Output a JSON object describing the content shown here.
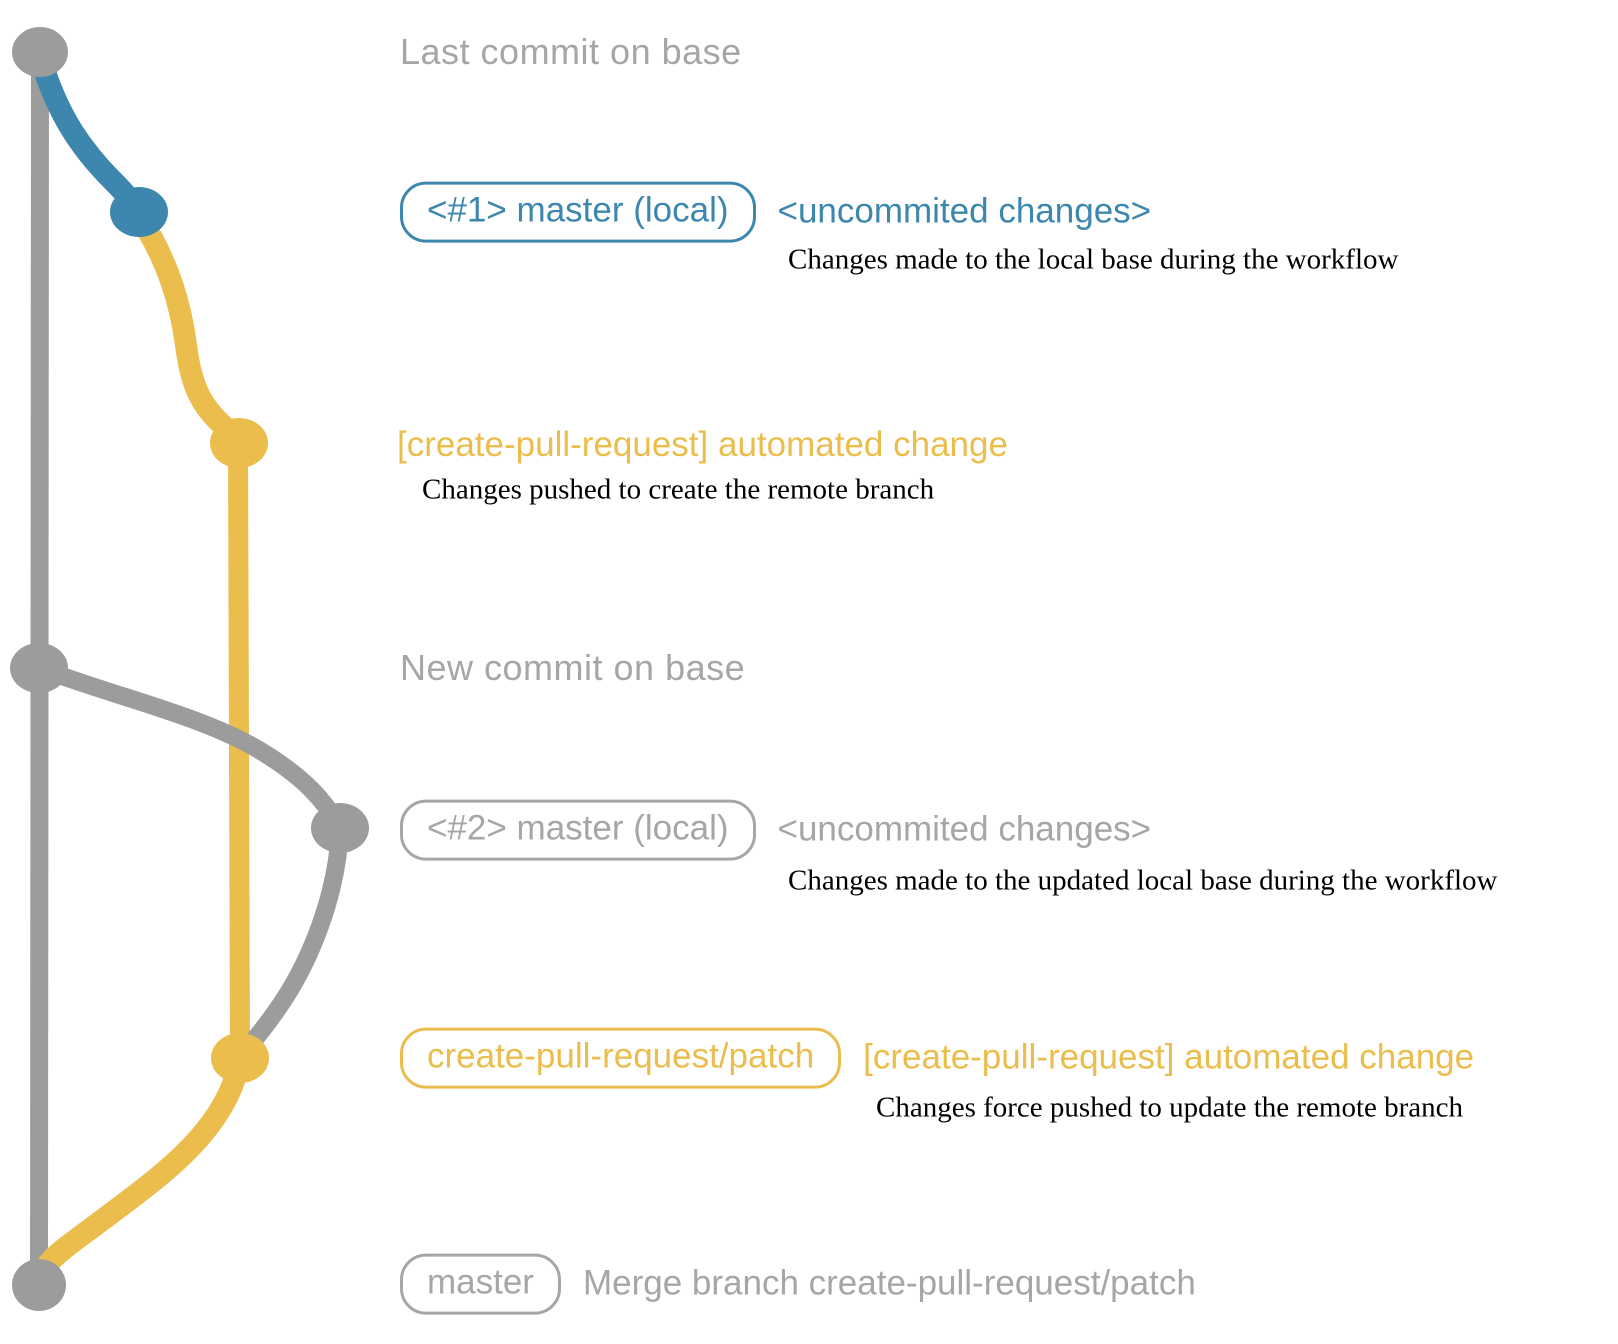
{
  "colors": {
    "base_gray": "#9c9c9c",
    "text_gray": "#a6a6a6",
    "branch_blue": "#3d87ae",
    "branch_yellow": "#eabd4c",
    "note_black": "#000000"
  },
  "graph": {
    "commits": [
      {
        "id": "last-commit-on-base",
        "branch": "base",
        "color": "gray"
      },
      {
        "id": "local-master-1",
        "branch": "local",
        "color": "blue"
      },
      {
        "id": "remote-patch-1",
        "branch": "create-pull-request/patch",
        "color": "yellow"
      },
      {
        "id": "new-commit-on-base",
        "branch": "base",
        "color": "gray"
      },
      {
        "id": "local-master-2",
        "branch": "local",
        "color": "gray"
      },
      {
        "id": "remote-patch-2",
        "branch": "create-pull-request/patch",
        "color": "yellow"
      },
      {
        "id": "merge-commit-on-base",
        "branch": "base",
        "color": "gray"
      }
    ]
  },
  "rows": {
    "last_commit": {
      "label": "Last commit on base"
    },
    "local1": {
      "badge": "<#1> master (local)",
      "annotation": "<uncommited changes>",
      "note": "Changes made to the local base during the workflow"
    },
    "auto1": {
      "heading": "[create-pull-request] automated change",
      "note": "Changes pushed to create the remote branch"
    },
    "new_commit": {
      "label": "New commit on base"
    },
    "local2": {
      "badge": "<#2> master (local)",
      "annotation": "<uncommited changes>",
      "note": "Changes made to the updated local base during the workflow"
    },
    "patch": {
      "badge": "create-pull-request/patch",
      "annotation": "[create-pull-request] automated change",
      "note": "Changes force pushed to update the remote branch"
    },
    "merge": {
      "badge": "master",
      "annotation": "Merge branch create-pull-request/patch"
    }
  }
}
